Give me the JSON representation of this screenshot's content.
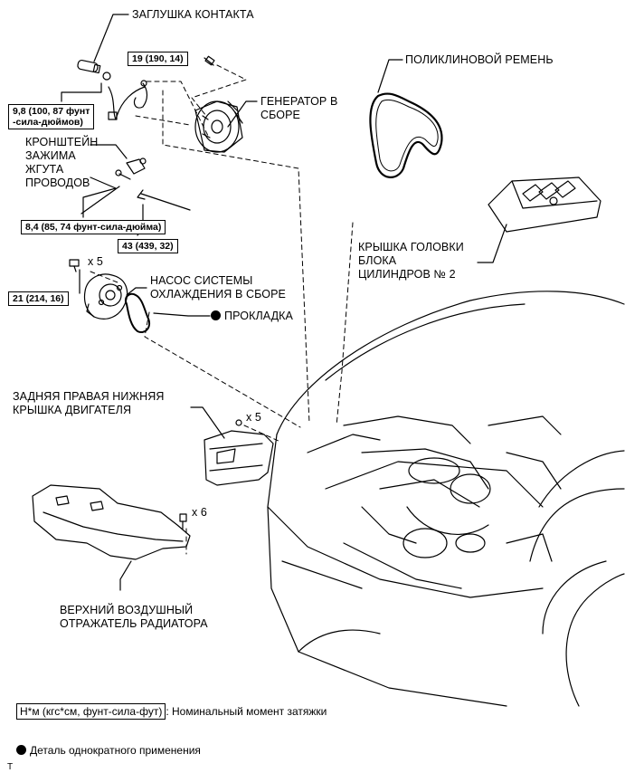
{
  "labels": {
    "contact_plug": "ЗАГЛУШКА КОНТАКТА",
    "alternator": "ГЕНЕРАТОР В\nСБОРЕ",
    "drive_belt": "ПОЛИКЛИНОВОЙ РЕМЕНЬ",
    "wire_bracket": "КРОНШТЕЙН\nЗАЖИМА\nЖГУТА\nПРОВОДОВ",
    "head_cover": "КРЫШКА ГОЛОВКИ\nБЛОКА\nЦИЛИНДРОВ № 2",
    "water_pump": "НАСОС СИСТЕМЫ\nОХЛАЖДЕНИЯ В СБОРЕ",
    "gasket": "ПРОКЛАДКА",
    "rear_rh_cover": "ЗАДНЯЯ ПРАВАЯ НИЖНЯЯ\nКРЫШКА ДВИГАТЕЛЯ",
    "air_deflector": "ВЕРХНИЙ ВОЗДУШНЫЙ\nОТРАЖАТЕЛЬ РАДИАТОРА"
  },
  "torques": {
    "t19": "19 (190, 14)",
    "t98": "9,8 (100, 87 фунт\n-сила-дюймов)",
    "t84": "8,4 (85, 74 фунт-сила-дюйма)",
    "t43": "43 (439, 32)",
    "t21": "21 (214, 16)"
  },
  "quantities": {
    "pump_bolts": "x 5",
    "cover_bolts": "x 5",
    "clips": "x 6"
  },
  "legend": {
    "torque_unit": "Н*м (кгс*см, фунт-сила-фут)",
    "torque_desc": ": Номинальный момент затяжки",
    "non_reusable": "Деталь однократного применения"
  },
  "footer_mark": "T"
}
